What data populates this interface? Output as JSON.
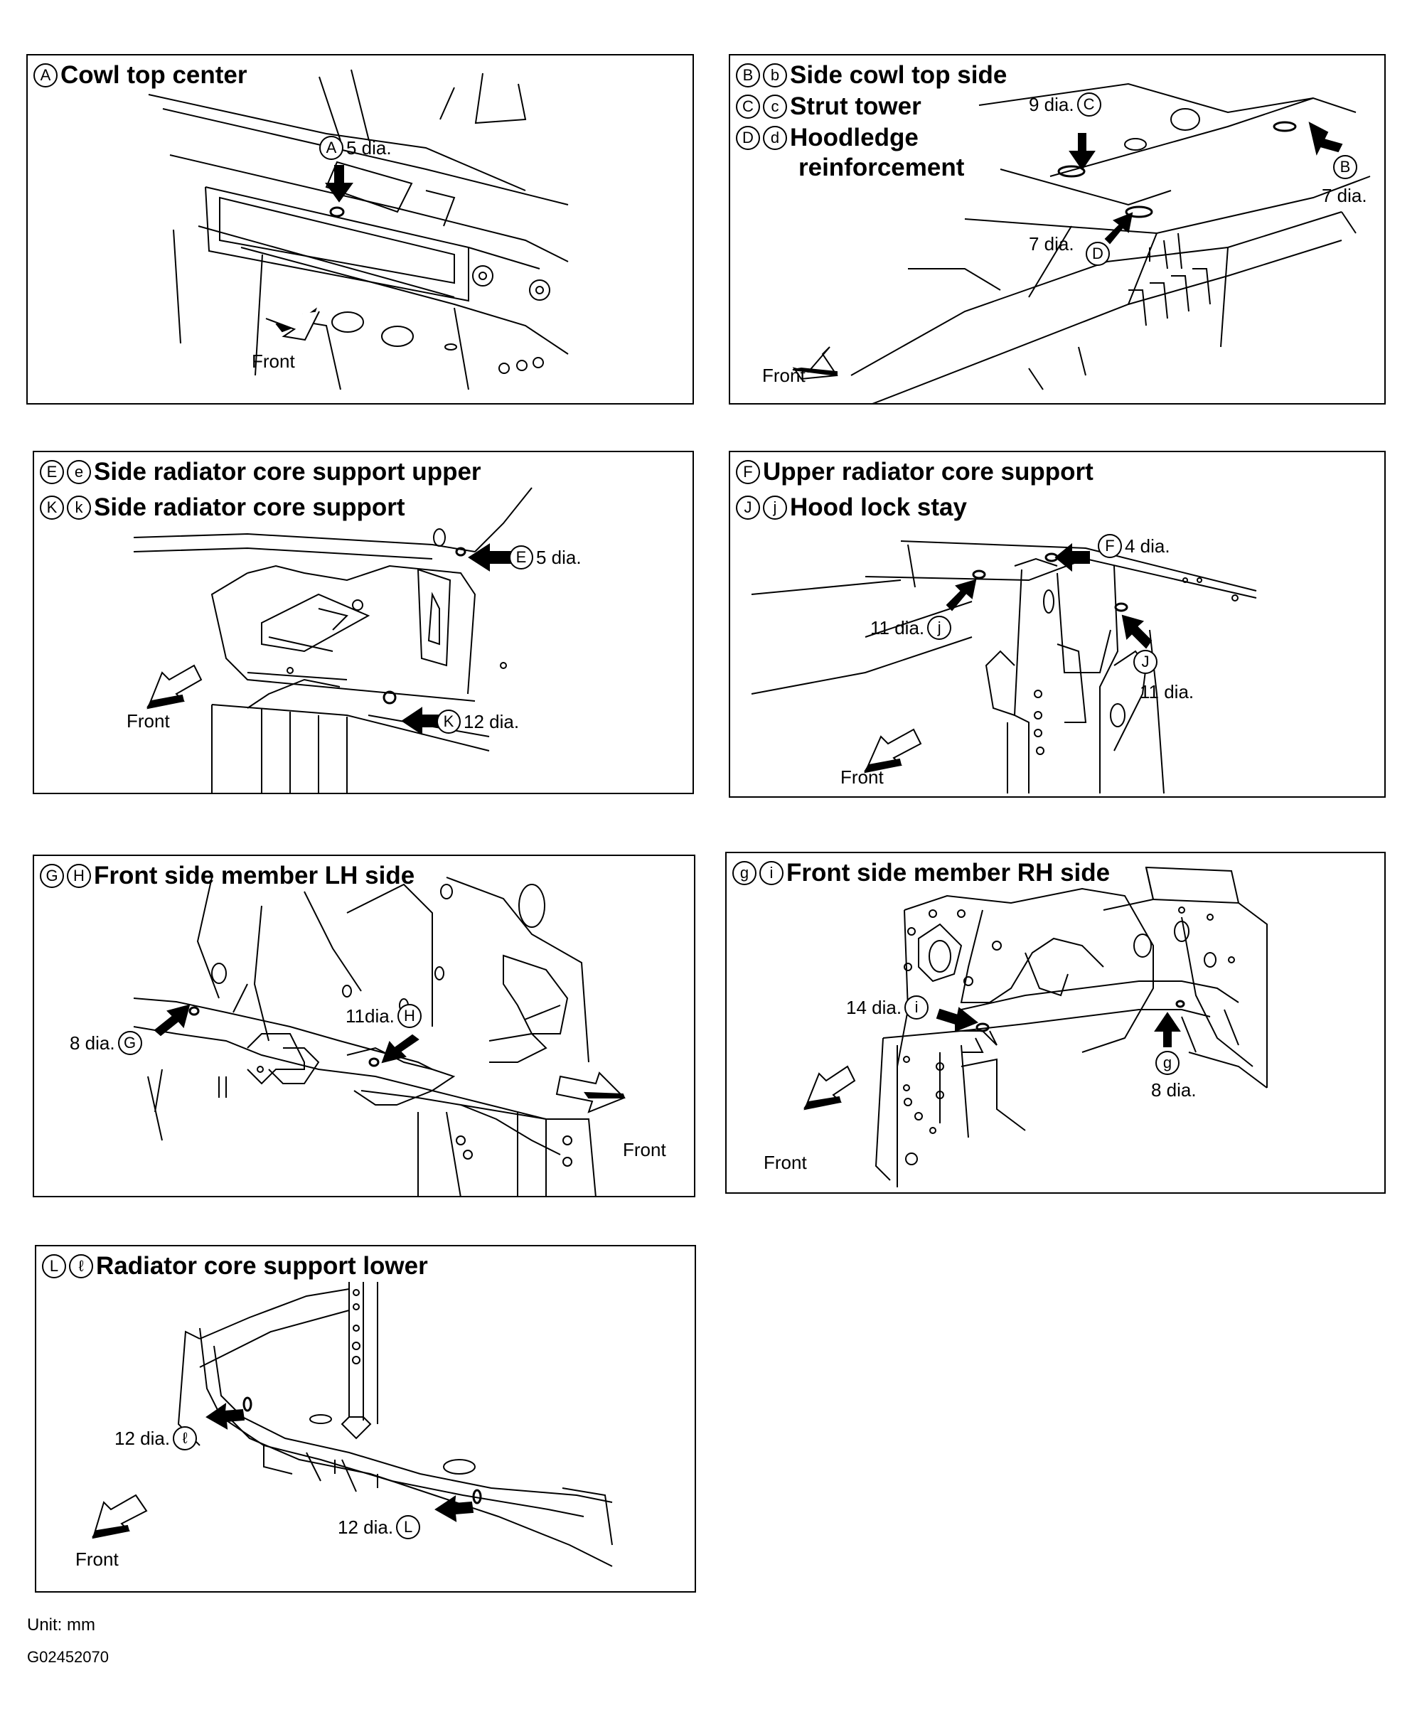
{
  "panels": {
    "A": {
      "codes": [
        "A"
      ],
      "title": "Cowl top center",
      "callouts": [
        {
          "code": "A",
          "dia": "5 dia."
        }
      ],
      "front": "Front"
    },
    "B": {
      "rows": [
        {
          "codes": [
            "B",
            "b"
          ],
          "title": "Side cowl top side"
        },
        {
          "codes": [
            "C",
            "c"
          ],
          "title": "Strut tower"
        },
        {
          "codes": [
            "D",
            "d"
          ],
          "title": "Hoodledge"
        }
      ],
      "title_cont": "reinforcement",
      "callouts": [
        {
          "code": "C",
          "dia": "9 dia."
        },
        {
          "code": "B",
          "dia": "7 dia."
        },
        {
          "code": "D",
          "dia": "7 dia."
        }
      ],
      "front": "Front"
    },
    "E": {
      "rows": [
        {
          "codes": [
            "E",
            "e"
          ],
          "title": "Side radiator core support upper"
        },
        {
          "codes": [
            "K",
            "k"
          ],
          "title": "Side radiator core support"
        }
      ],
      "callouts": [
        {
          "code": "E",
          "dia": "5 dia."
        },
        {
          "code": "K",
          "dia": "12 dia."
        }
      ],
      "front": "Front"
    },
    "F": {
      "rows": [
        {
          "codes": [
            "F"
          ],
          "title": "Upper radiator core support"
        },
        {
          "codes": [
            "J",
            "j"
          ],
          "title": "Hood lock stay"
        }
      ],
      "callouts": [
        {
          "code": "F",
          "dia": "4 dia."
        },
        {
          "code": "j",
          "dia": "11 dia."
        },
        {
          "code": "J",
          "dia": "11 dia."
        }
      ],
      "front": "Front"
    },
    "G": {
      "codes": [
        "G",
        "H"
      ],
      "title": "Front side member LH side",
      "callouts": [
        {
          "code": "H",
          "dia": "11dia."
        },
        {
          "code": "G",
          "dia": "8 dia."
        }
      ],
      "front": "Front"
    },
    "g": {
      "codes": [
        "g",
        "i"
      ],
      "title": "Front side member RH side",
      "callouts": [
        {
          "code": "i",
          "dia": "14 dia."
        },
        {
          "code": "g",
          "dia": "8 dia."
        }
      ],
      "front": "Front"
    },
    "L": {
      "codes": [
        "L",
        "ℓ"
      ],
      "title": "Radiator core support lower",
      "callouts": [
        {
          "code": "ℓ",
          "dia": "12 dia."
        },
        {
          "code": "L",
          "dia": "12 dia."
        }
      ],
      "front": "Front"
    }
  },
  "footer": {
    "unit": "Unit: mm",
    "code": "G02452070"
  }
}
